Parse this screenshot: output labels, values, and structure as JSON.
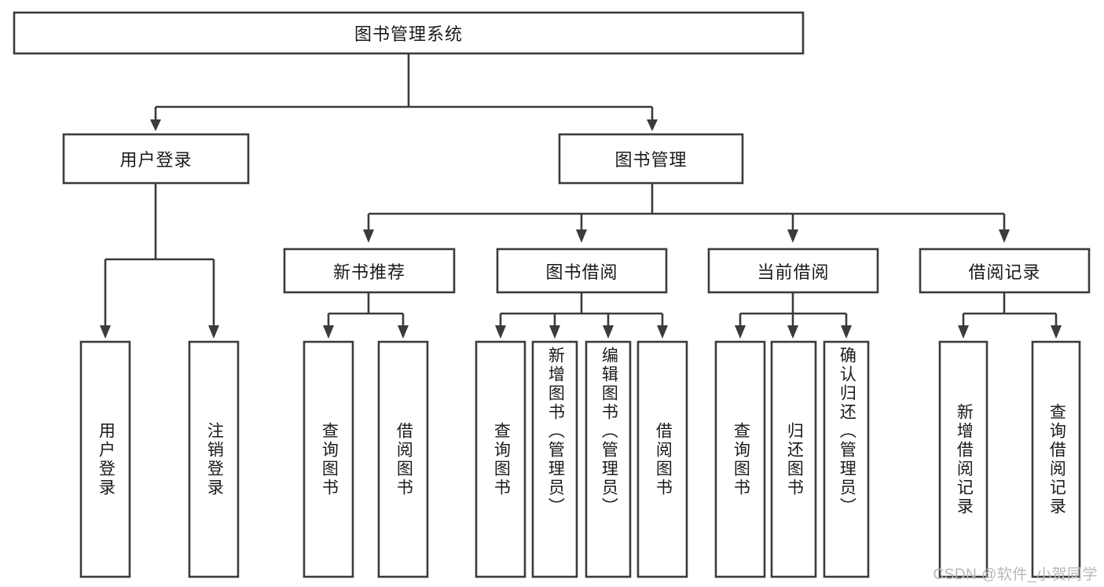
{
  "diagram": {
    "type": "tree",
    "title": "图书管理系统",
    "watermark": "CSDN @软件_小贺同学",
    "colors": {
      "background": "#ffffff",
      "box_stroke": "#3b3b3b",
      "box_fill": "#ffffff",
      "text": "#1a1a1a",
      "watermark": "#b8b8b8"
    },
    "nodes": {
      "root": {
        "label": "图书管理系统",
        "orientation": "horizontal"
      },
      "level1": [
        {
          "label": "用户登录",
          "orientation": "horizontal"
        },
        {
          "label": "图书管理",
          "orientation": "horizontal"
        }
      ],
      "level2": [
        {
          "label": "新书推荐",
          "orientation": "horizontal"
        },
        {
          "label": "图书借阅",
          "orientation": "horizontal"
        },
        {
          "label": "当前借阅",
          "orientation": "horizontal"
        },
        {
          "label": "借阅记录",
          "orientation": "horizontal"
        }
      ],
      "leaves": [
        {
          "label": "用户登录",
          "orientation": "vertical",
          "parent": "用户登录"
        },
        {
          "label": "注销登录",
          "orientation": "vertical",
          "parent": "用户登录"
        },
        {
          "label": "查询图书",
          "orientation": "vertical",
          "parent": "新书推荐"
        },
        {
          "label": "借阅图书",
          "orientation": "vertical",
          "parent": "新书推荐"
        },
        {
          "label": "查询图书",
          "orientation": "vertical",
          "parent": "图书借阅"
        },
        {
          "label": "新增图书（管理员）",
          "orientation": "vertical",
          "parent": "图书借阅"
        },
        {
          "label": "编辑图书（管理员）",
          "orientation": "vertical",
          "parent": "图书借阅"
        },
        {
          "label": "借阅图书",
          "orientation": "vertical",
          "parent": "图书借阅"
        },
        {
          "label": "查询图书",
          "orientation": "vertical",
          "parent": "当前借阅"
        },
        {
          "label": "归还图书",
          "orientation": "vertical",
          "parent": "当前借阅"
        },
        {
          "label": "确认归还（管理员）",
          "orientation": "vertical",
          "parent": "当前借阅"
        },
        {
          "label": "新增借阅记录",
          "orientation": "vertical",
          "parent": "借阅记录"
        },
        {
          "label": "查询借阅记录",
          "orientation": "vertical",
          "parent": "借阅记录"
        }
      ]
    }
  }
}
